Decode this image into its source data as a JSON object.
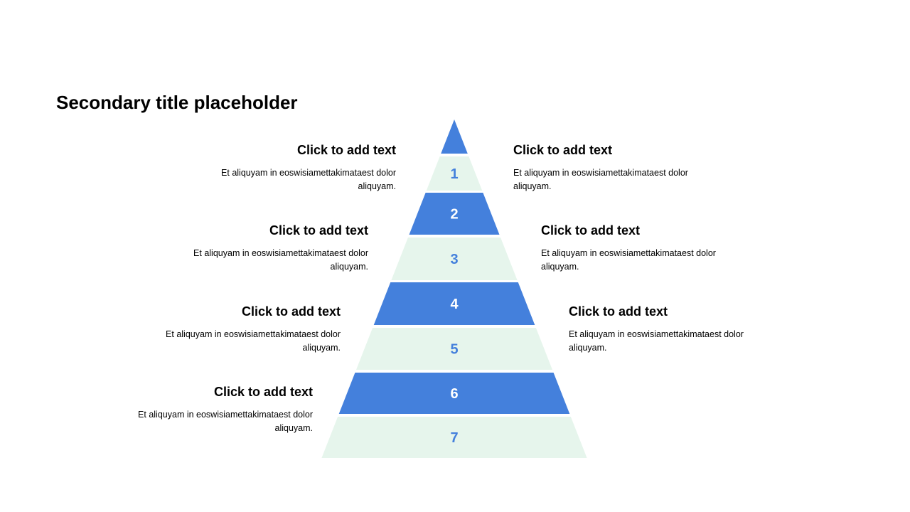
{
  "title": "Secondary title placeholder",
  "colors": {
    "blue": "#4480DC",
    "light": "#E6F5EC"
  },
  "levels": [
    "",
    "1",
    "2",
    "3",
    "4",
    "5",
    "6",
    "7"
  ],
  "callouts": [
    {
      "side": "left",
      "heading": "Click to add text",
      "body": "Et aliquyam in eoswisiamettakimataest dolor aliquyam."
    },
    {
      "side": "right",
      "heading": "Click to add text",
      "body": "Et aliquyam in eoswisiamettakimataest dolor aliquyam."
    },
    {
      "side": "left",
      "heading": "Click to add text",
      "body": "Et aliquyam in eoswisiamettakimataest dolor aliquyam."
    },
    {
      "side": "right",
      "heading": "Click to add text",
      "body": "Et aliquyam in eoswisiamettakimataest dolor aliquyam."
    },
    {
      "side": "left",
      "heading": "Click to add text",
      "body": "Et aliquyam in eoswisiamettakimataest dolor aliquyam."
    },
    {
      "side": "right",
      "heading": "Click to add text",
      "body": "Et aliquyam in eoswisiamettakimataest dolor aliquyam."
    },
    {
      "side": "left",
      "heading": "Click to add text",
      "body": "Et aliquyam in eoswisiamettakimataest dolor aliquyam."
    }
  ]
}
